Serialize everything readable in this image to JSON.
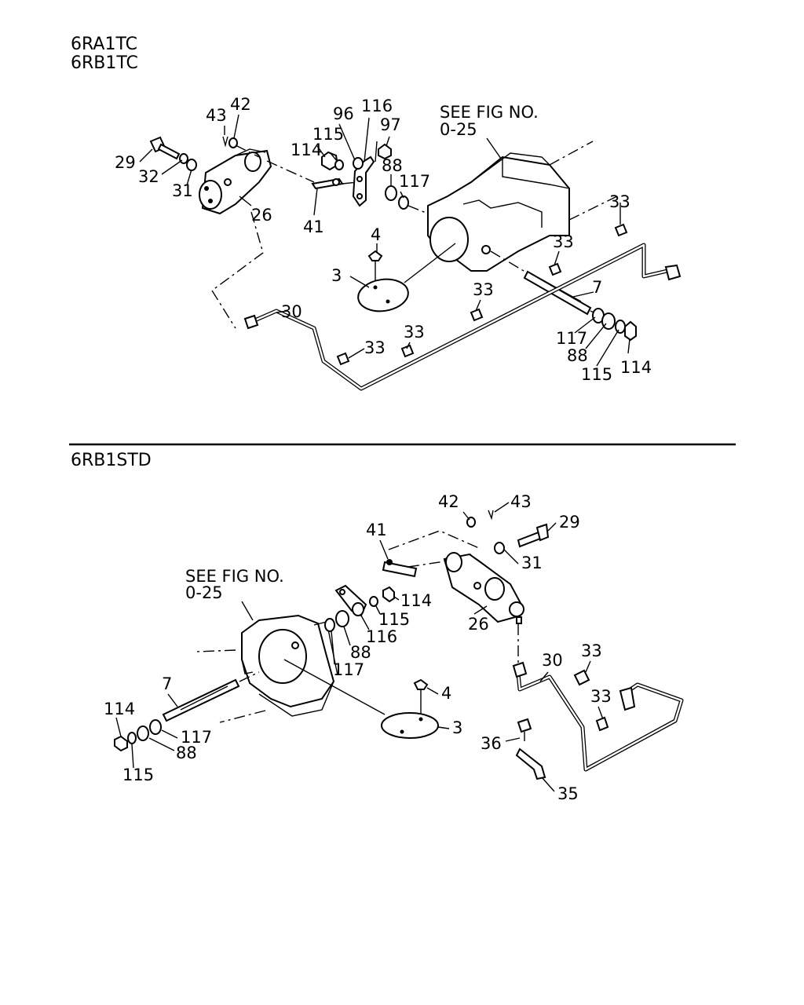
{
  "titles": {
    "top_line1": "6RA1TC",
    "top_line2": "6RB1TC",
    "bottom": "6RB1STD"
  },
  "see_fig": {
    "line1": "SEE FIG NO.",
    "line2": "0-25"
  },
  "top": {
    "n43": "43",
    "n42": "42",
    "n96": "96",
    "n116": "116",
    "n97": "97",
    "n115": "115",
    "n114": "114",
    "n88": "88",
    "n117": "117",
    "n29": "29",
    "n32": "32",
    "n31": "31",
    "n26": "26",
    "n41": "41",
    "n4": "4",
    "n3": "3",
    "n30": "30",
    "n7": "7",
    "n33a": "33",
    "n33b": "33",
    "n33c": "33",
    "n33d": "33",
    "n33e": "33",
    "n117b": "117",
    "n88b": "88",
    "n115b": "115",
    "n114b": "114"
  },
  "bottom": {
    "n42": "42",
    "n43": "43",
    "n29": "29",
    "n41": "41",
    "n31": "31",
    "n114": "114",
    "n115": "115",
    "n116": "116",
    "n26": "26",
    "n88": "88",
    "n117": "117",
    "n30": "30",
    "n33a": "33",
    "n33b": "33",
    "n7": "7",
    "n4": "4",
    "n114b": "114",
    "n117b": "117",
    "n88b": "88",
    "n115b": "115",
    "n3": "3",
    "n36": "36",
    "n35": "35"
  }
}
